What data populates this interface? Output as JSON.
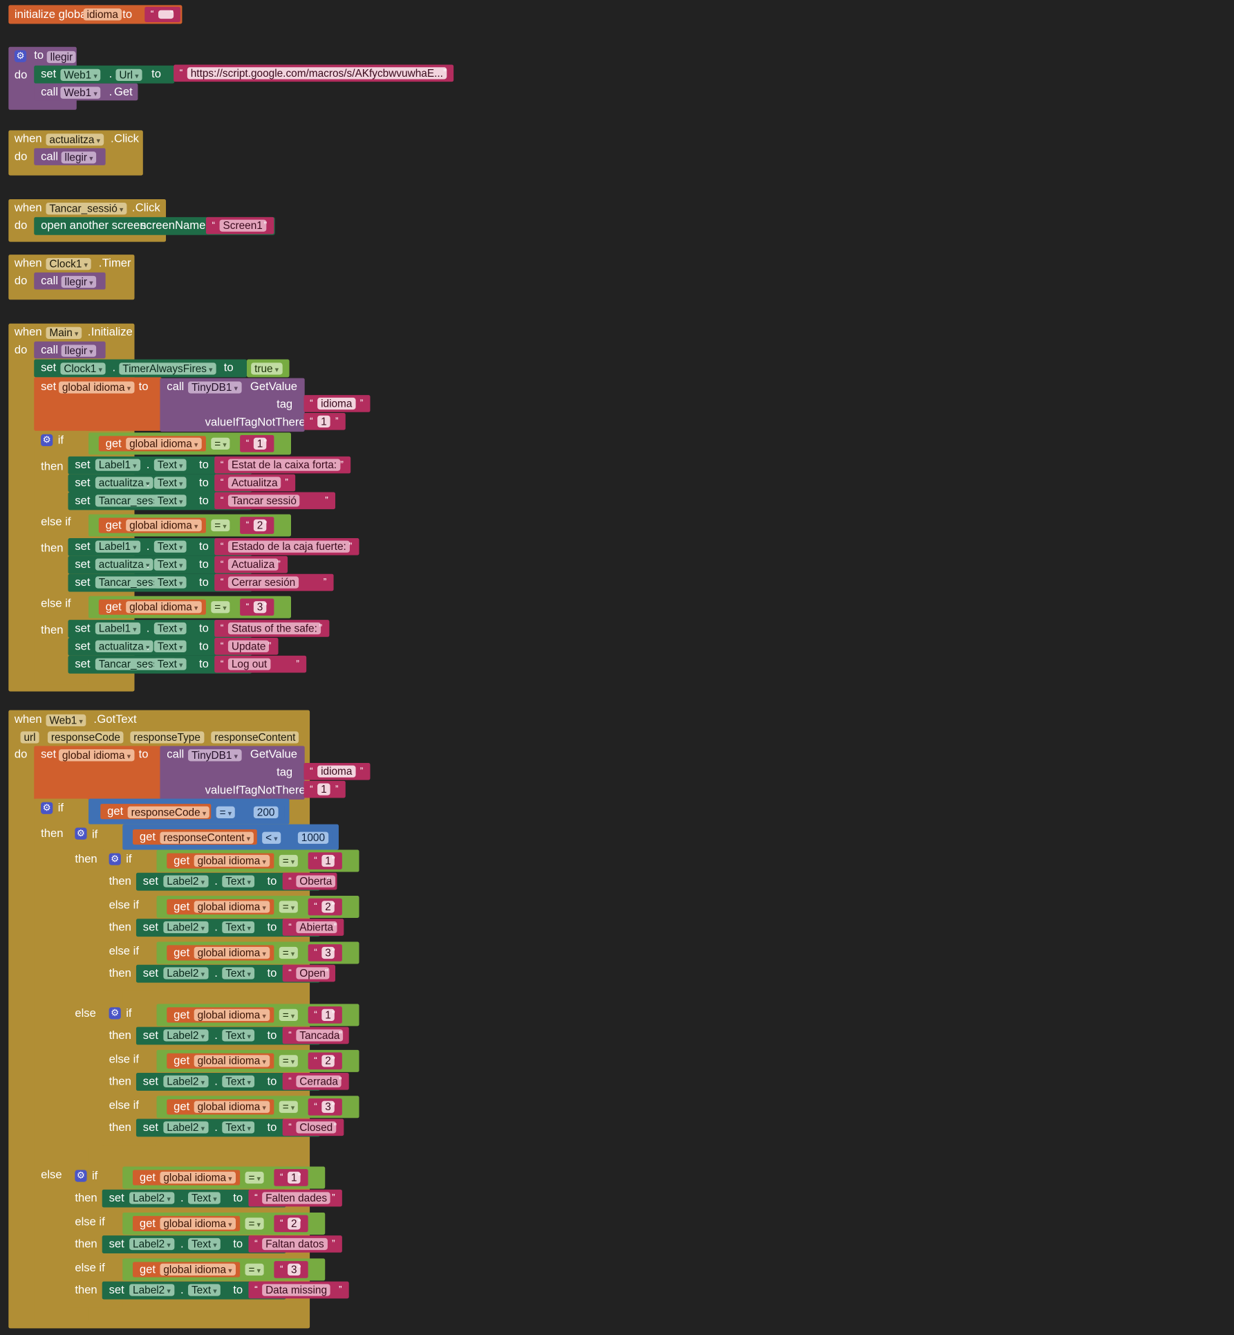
{
  "kw": {
    "initialize_global": "initialize global",
    "to": "to",
    "do": "do",
    "when": "when",
    "call": "call",
    "set": "set",
    "get": "get",
    "if": "if",
    "then": "then",
    "else_if": "else if",
    "else": "else",
    "tag": "tag",
    "value_if_tag_not_there": "valueIfTagNotThere",
    "open_another_screen": "open another screen",
    "screen_name": "screenName",
    "dot": ".",
    "quote_open": "“",
    "quote_close": "”"
  },
  "global_var": {
    "name": "idioma",
    "value": ""
  },
  "procedure": {
    "name": "llegir",
    "component": "Web1",
    "property": "Url",
    "url": "https://script.google.com/macros/s/AKfycbwvuwhaE...",
    "method": "Get"
  },
  "handler_actualitza": {
    "component": "actualitza",
    "event": "Click",
    "call": "llegir"
  },
  "handler_tancar": {
    "component": "Tancar_sessió",
    "event": "Click",
    "screen": "Screen1"
  },
  "handler_clock": {
    "component": "Clock1",
    "event": "Timer",
    "call": "llegir"
  },
  "handler_main": {
    "component": "Main",
    "event": "Initialize",
    "call": "llegir",
    "set_component": "Clock1",
    "set_property": "TimerAlwaysFires",
    "set_value": "true",
    "var": "global idioma",
    "db": "TinyDB1",
    "db_method": "GetValue",
    "tag_value": "idioma",
    "default_value": "1",
    "op": "=",
    "branches": [
      {
        "value": "1",
        "label1": "Estat de la caixa forta:",
        "actualitza": "Actualitza",
        "tancar": "Tancar sessió"
      },
      {
        "value": "2",
        "label1": "Estado de la caja fuerte:",
        "actualitza": "Actualiza",
        "tancar": "Cerrar sesión"
      },
      {
        "value": "3",
        "label1": "Status of the safe:",
        "actualitza": "Update",
        "tancar": "Log out"
      }
    ],
    "targets": {
      "label1": "Label1",
      "actualitza": "actualitza",
      "tancar": "Tancar_sessió",
      "property": "Text"
    }
  },
  "handler_web": {
    "component": "Web1",
    "event": "GotText",
    "params": [
      "url",
      "responseCode",
      "responseType",
      "responseContent"
    ],
    "var": "global idioma",
    "db": "TinyDB1",
    "db_method": "GetValue",
    "tag_value": "idioma",
    "default_value": "1",
    "code_var": "responseCode",
    "code_op": "=",
    "code_value": "200",
    "content_var": "responseContent",
    "content_op": "<",
    "content_value": "1000",
    "op": "=",
    "target": "Label2",
    "property": "Text",
    "open": [
      {
        "value": "1",
        "text": "Oberta"
      },
      {
        "value": "2",
        "text": "Abierta"
      },
      {
        "value": "3",
        "text": "Open"
      }
    ],
    "closed": [
      {
        "value": "1",
        "text": "Tancada"
      },
      {
        "value": "2",
        "text": "Cerrada"
      },
      {
        "value": "3",
        "text": "Closed"
      }
    ],
    "missing": [
      {
        "value": "1",
        "text": "Falten dades"
      },
      {
        "value": "2",
        "text": "Faltan datos"
      },
      {
        "value": "3",
        "text": "Data missing"
      }
    ]
  },
  "colors": {
    "background": "#222222",
    "event": "#b18e35",
    "procedure": "#7c5385",
    "component": "#1f6b47",
    "variable": "#d05f2d",
    "text": "#b32d5e",
    "logic": "#77ab41",
    "math": "#3f71b5",
    "mutator": "#4a55c6"
  },
  "icons": {
    "mutator": "gear-icon",
    "dropdown": "chevron-down-icon"
  }
}
